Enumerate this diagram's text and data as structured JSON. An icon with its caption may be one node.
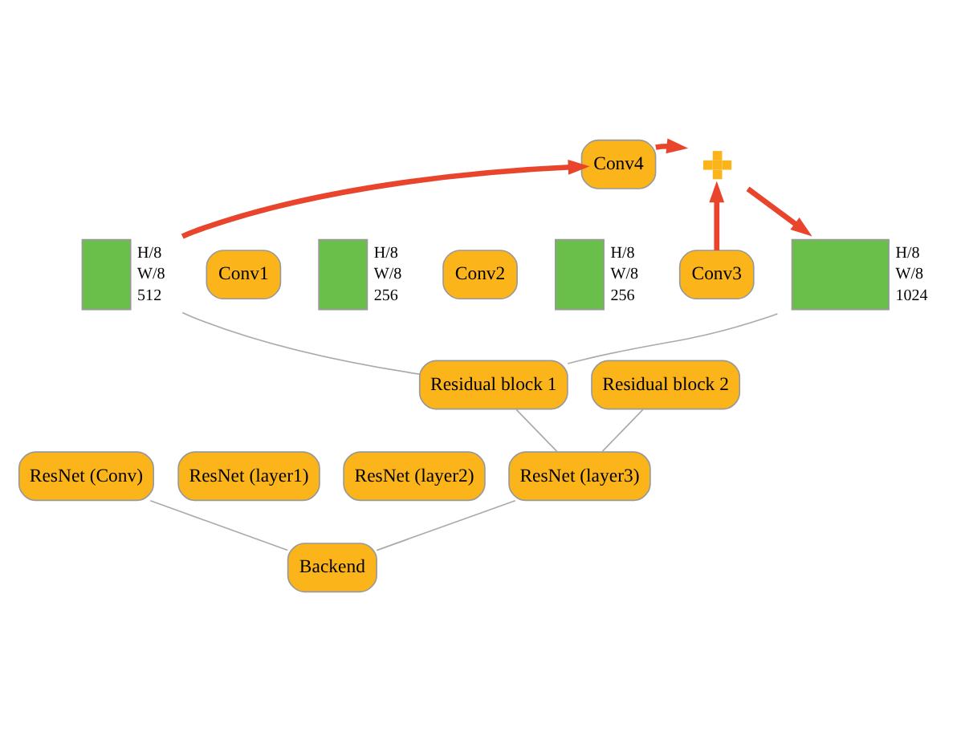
{
  "diagram": {
    "nodes": [
      {
        "text": [],
        "shape": "box",
        "beside": [
          "H/8",
          "W/8",
          "512"
        ]
      },
      {
        "text": [
          "Conv1"
        ]
      },
      {
        "text": [],
        "shape": "box",
        "beside": [
          "H/8",
          "W/8",
          "256"
        ]
      },
      {
        "text": [
          "Conv2"
        ]
      },
      {
        "text": [],
        "shape": "box",
        "beside": [
          "H/8",
          "W/8",
          "256"
        ]
      },
      {
        "text": [
          "Conv3"
        ]
      },
      {
        "text": [],
        "shape": "box",
        "beside": [
          "H/8",
          "W/8",
          "1024"
        ]
      },
      {
        "text": [
          "Conv4"
        ]
      },
      {
        "text": [],
        "shape": "cross"
      },
      {
        "text": [
          "Residual block 1"
        ]
      },
      {
        "text": [
          "Residual block 2"
        ]
      },
      {
        "text": [
          "ResNet (Conv)"
        ]
      },
      {
        "text": [
          "ResNet (layer1)"
        ]
      },
      {
        "text": [
          "ResNet (layer2)"
        ]
      },
      {
        "text": [
          "ResNet (layer3)"
        ]
      },
      {
        "text": [
          "Backend"
        ]
      }
    ],
    "edges": [
      {
        "from": 0,
        "to": 7,
        "arrow": "to",
        "style": "thick",
        "color": "#e8452c"
      },
      {
        "from": 7,
        "to": 8,
        "arrow": "to",
        "style": "thick",
        "color": "#e8452c"
      },
      {
        "from": 5,
        "to": 8,
        "arrow": "to",
        "style": "thick",
        "color": "#e8452c"
      },
      {
        "from": 8,
        "to": 6,
        "arrow": "to",
        "style": "thick",
        "color": "#e8452c"
      },
      {
        "from": 0,
        "to": 9,
        "arrow": "none"
      },
      {
        "from": 6,
        "to": 9,
        "arrow": "none"
      },
      {
        "from": 9,
        "to": 14,
        "arrow": "none"
      },
      {
        "from": 10,
        "to": 14,
        "arrow": "none"
      },
      {
        "from": 11,
        "to": 15,
        "arrow": "none"
      },
      {
        "from": 14,
        "to": 15,
        "arrow": "none"
      }
    ]
  }
}
